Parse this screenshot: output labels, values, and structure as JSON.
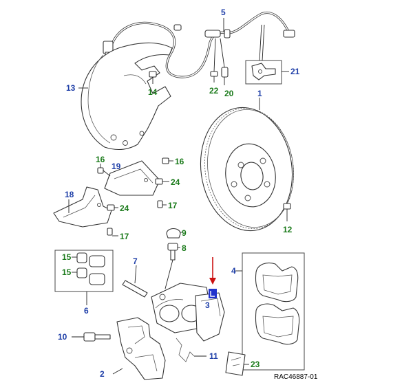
{
  "colors": {
    "part_blue": "#1f3fa8",
    "fixing_green": "#1a7a1a",
    "arrow_red": "#cc1111",
    "marker_blue": "#2233cc",
    "line": "#333333"
  },
  "callouts": {
    "c1": "1",
    "c2": "2",
    "c3": "3",
    "c4": "4",
    "c5": "5",
    "c6": "6",
    "c7": "7",
    "c8": "8",
    "c9": "9",
    "c10": "10",
    "c11": "11",
    "c12": "12",
    "c13": "13",
    "c14": "14",
    "c15a": "15",
    "c15b": "15",
    "c16a": "16",
    "c16b": "16",
    "c17a": "17",
    "c17b": "17",
    "c18": "18",
    "c19": "19",
    "c20": "20",
    "c21": "21",
    "c22": "22",
    "c23": "23",
    "c24a": "24",
    "c24b": "24"
  },
  "marker_icon": "vehicle-side-marker-icon",
  "arrow_icon": "red-down-arrow-icon",
  "reference_code": "RAC46887-01"
}
